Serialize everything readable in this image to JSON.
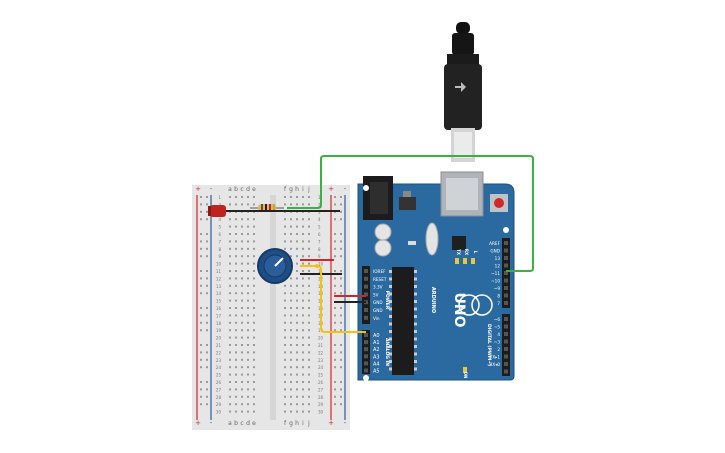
{
  "breadboard": {
    "column_letters_left": [
      "a",
      "b",
      "c",
      "d",
      "e"
    ],
    "column_letters_right": [
      "f",
      "g",
      "h",
      "i",
      "j"
    ],
    "rail_plus": "+",
    "rail_minus": "-",
    "row_numbers": [
      "1",
      "2",
      "3",
      "4",
      "5",
      "6",
      "7",
      "8",
      "9",
      "10",
      "11",
      "12",
      "13",
      "14",
      "15",
      "16",
      "17",
      "18",
      "19",
      "20",
      "21",
      "22",
      "23",
      "24",
      "25",
      "26",
      "27",
      "28",
      "29",
      "30"
    ]
  },
  "arduino": {
    "model": "UNO",
    "brand": "ARDUINO",
    "tx_label": "TX",
    "rx_label": "RX",
    "l_label": "L",
    "on_label": "ON",
    "power_header": "POWER",
    "power_pins": [
      "IOREF",
      "RESET",
      "3.3V",
      "5V",
      "GND",
      "GND",
      "Vin"
    ],
    "analog_header": "ANALOG IN",
    "analog_pins": [
      "A0",
      "A1",
      "A2",
      "A3",
      "A4",
      "A5"
    ],
    "digital_header": "DIGITAL (PWM~)",
    "digital_pins": [
      "AREF",
      "GND",
      "13",
      "12",
      "~11",
      "~10",
      "~9",
      "8",
      "7",
      "~6",
      "~5",
      "4",
      "~3",
      "2",
      "TX▸1",
      "RX◂0"
    ]
  },
  "colors": {
    "board": "#2a6aa1",
    "wire_green": "#3cb043",
    "wire_red": "#d4262a",
    "wire_black": "#222222",
    "wire_yellow": "#f2c40f",
    "led": "#c0221d",
    "pot": "#1f4e86"
  },
  "components": [
    "usb-cable",
    "breadboard",
    "led",
    "resistor",
    "potentiometer",
    "arduino-uno"
  ]
}
